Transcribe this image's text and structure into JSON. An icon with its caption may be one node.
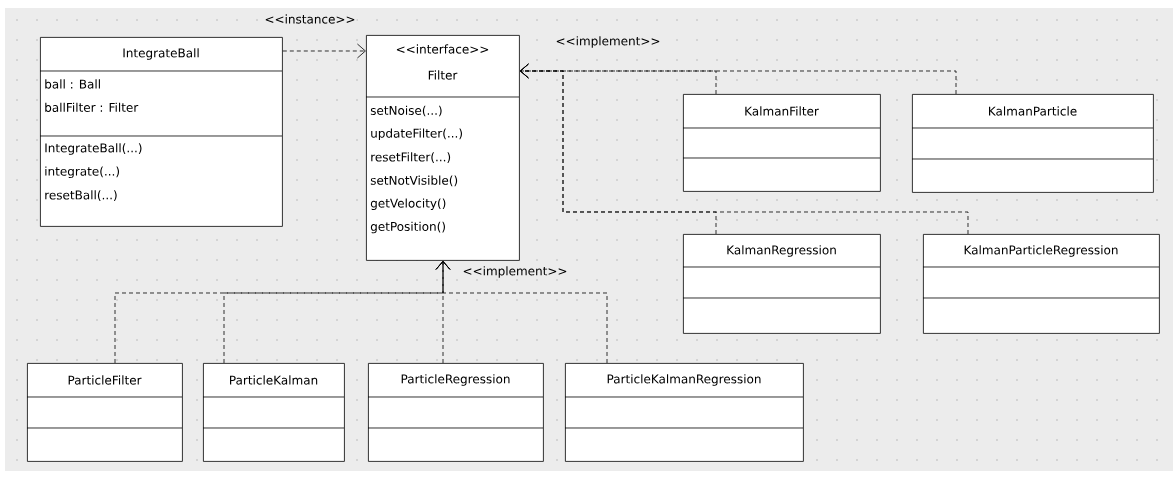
{
  "diagram": {
    "nodes": [
      {
        "text": [
          "IntegrateBall",
          "ball : Ball",
          "ballFilter : Filter",
          "IntegrateBall(...)",
          "integrate(...)",
          "resetBall(...)"
        ]
      },
      {
        "text": [
          "<<interface>>",
          "Filter",
          "setNoise(...)",
          "updateFilter(...)",
          "resetFilter(...)",
          "setNotVisible()",
          "getVelocity()",
          "getPosition()"
        ]
      },
      {
        "text": [
          "KalmanFilter"
        ]
      },
      {
        "text": [
          "KalmanParticle"
        ]
      },
      {
        "text": [
          "KalmanRegression"
        ]
      },
      {
        "text": [
          "KalmanParticleRegression"
        ]
      },
      {
        "text": [
          "ParticleFilter"
        ]
      },
      {
        "text": [
          "ParticleKalman"
        ]
      },
      {
        "text": [
          "ParticleRegression"
        ]
      },
      {
        "text": [
          "ParticleKalmanRegression"
        ]
      }
    ],
    "edges": [
      {
        "from": 0,
        "to": 1,
        "arrow": "to",
        "style": "dashed",
        "label": "<<instance>>"
      },
      {
        "from": 2,
        "to": 1,
        "arrow": "to",
        "style": "dashed",
        "label": "<<implement>>"
      },
      {
        "from": 3,
        "to": 1,
        "arrow": "to",
        "style": "dashed"
      },
      {
        "from": 4,
        "to": 1,
        "arrow": "to",
        "style": "dashed"
      },
      {
        "from": 5,
        "to": 1,
        "arrow": "to",
        "style": "dashed"
      },
      {
        "from": 6,
        "to": 1,
        "arrow": "to",
        "style": "dashed"
      },
      {
        "from": 7,
        "to": 1,
        "arrow": "to",
        "style": "dashed"
      },
      {
        "from": 8,
        "to": 1,
        "arrow": "to",
        "style": "dashed",
        "label": "<<implement>>"
      },
      {
        "from": 9,
        "to": 1,
        "arrow": "to",
        "style": "dashed"
      }
    ]
  }
}
